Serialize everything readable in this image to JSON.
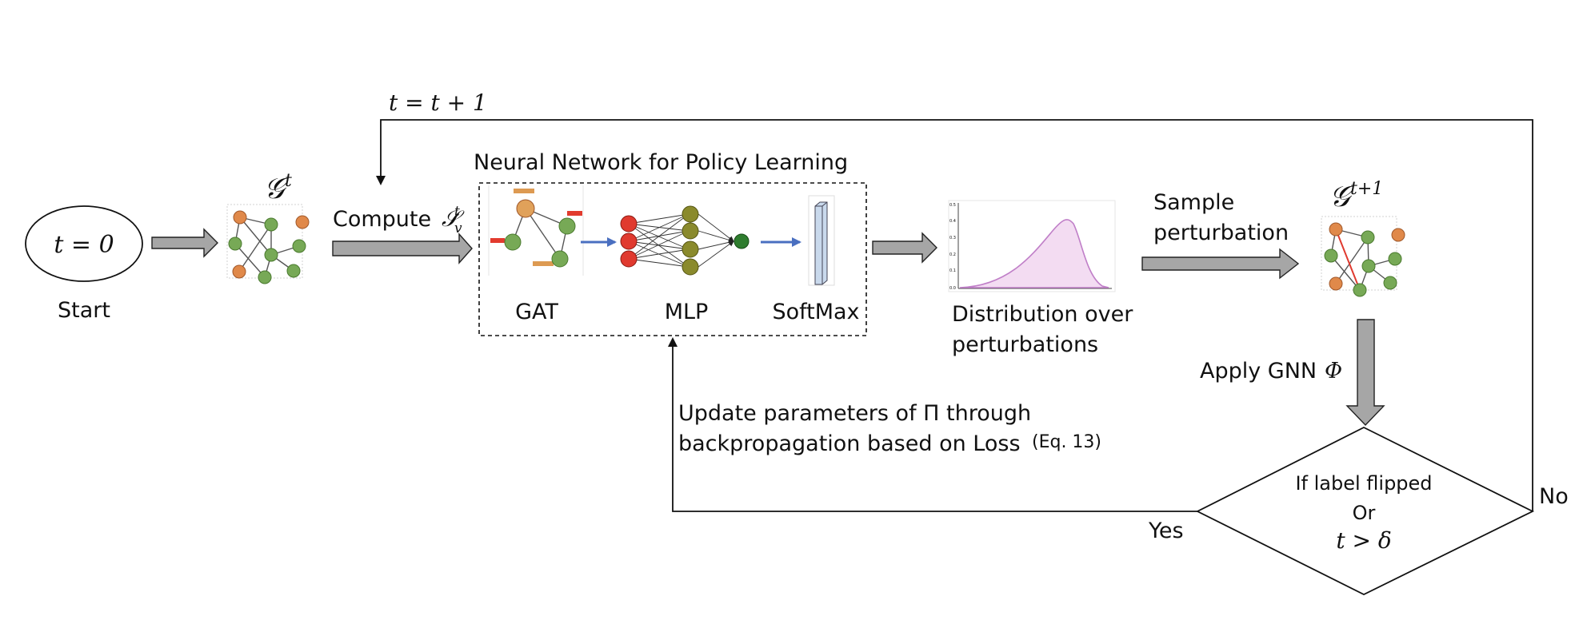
{
  "start": {
    "equation": "t = 0",
    "label": "Start"
  },
  "graph_t": {
    "label": "𝒢",
    "sup": "t"
  },
  "compute": {
    "label": "Compute",
    "symbol": "𝒮",
    "sub": "v",
    "sup": "t"
  },
  "policy_box": {
    "title": "Neural Network for Policy Learning",
    "gat": "GAT",
    "mlp": "MLP",
    "softmax": "SoftMax"
  },
  "distribution": {
    "line1": "Distribution over",
    "line2": "perturbations"
  },
  "sample": {
    "line1": "Sample",
    "line2": "perturbation"
  },
  "graph_t1": {
    "label": "𝒢",
    "sup": "t+1"
  },
  "apply": {
    "label": "Apply GNN",
    "symbol": "Φ"
  },
  "decision": {
    "line1": "If label flipped",
    "line2": "Or",
    "line3": "t > δ"
  },
  "yes_label": "Yes",
  "no_label": "No",
  "loop_label": "t = t + 1",
  "update": {
    "line1": "Update parameters of Π through",
    "line2": "backpropagation based on Loss",
    "eq": "(Eq. 13)"
  },
  "colors": {
    "orange_node": "#e0894a",
    "green_node": "#77a956",
    "red_node": "#e03a2f",
    "olive_node": "#8a8a2c",
    "dark_green_node": "#2f7d2f",
    "arrow_fill": "#a6a6a6",
    "blue_arrow": "#4a6fc0",
    "distribution_fill": "#f3dcf2",
    "distribution_line": "#c07fc8",
    "softmax_bar": "#c9d9ec",
    "red_bar": "#e23b2e",
    "orange_bar": "#dd9a52"
  }
}
